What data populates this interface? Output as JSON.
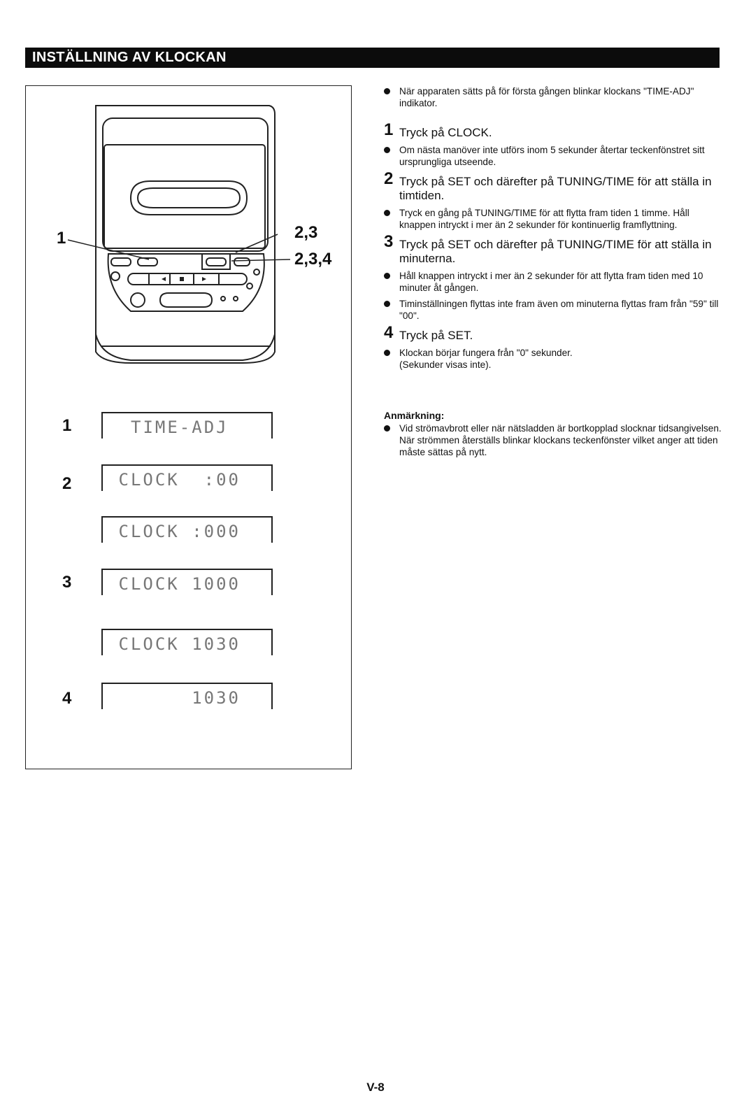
{
  "header": {
    "title": "INSTÄLLNING AV KLOCKAN"
  },
  "figure": {
    "callouts": [
      "1",
      "2,3",
      "2,3,4"
    ],
    "steps": [
      {
        "num": "1",
        "display": "TIME-ADJ"
      },
      {
        "num": "2",
        "display": "CLOCK  :00"
      },
      {
        "num": "",
        "display": "CLOCK :000"
      },
      {
        "num": "3",
        "display": "CLOCK 1000"
      },
      {
        "num": "",
        "display": "CLOCK 1030"
      },
      {
        "num": "4",
        "display": "1030"
      }
    ]
  },
  "instructions": {
    "intro": "När apparaten sätts på för första gången blinkar klockans \"TIME-ADJ\" indikator.",
    "step1": {
      "num": "1",
      "text": "Tryck på CLOCK."
    },
    "step1_note": "Om nästa manöver inte utförs inom 5 sekunder återtar teckenfönstret sitt ursprungliga utseende.",
    "step2": {
      "num": "2",
      "text": "Tryck på SET och därefter på TUNING/TIME för att ställa in timtiden."
    },
    "step2_note": "Tryck en gång på TUNING/TIME för att flytta fram tiden 1 timme. Håll knappen intryckt i mer än 2 sekunder för kontinuerlig framflyttning.",
    "step3": {
      "num": "3",
      "text": "Tryck på SET och därefter på TUNING/TIME för att ställa in minuterna."
    },
    "step3_note1": "Håll knappen intryckt i mer än 2 sekunder för att flytta fram tiden med 10 minuter åt gången.",
    "step3_note2": "Timinställningen flyttas inte fram även om minuterna flyttas fram från \"59\" till \"00\".",
    "step4": {
      "num": "4",
      "text": "Tryck på SET."
    },
    "step4_note1": "Klockan börjar fungera från \"0\" sekunder.",
    "step4_note2": "(Sekunder visas inte)."
  },
  "remark": {
    "heading": "Anmärkning:",
    "line1": "Vid strömavbrott eller när nätsladden är bortkopplad slocknar tidsangivelsen.",
    "line2": "När strömmen återställs blinkar klockans teckenfönster vilket anger att tiden måste sättas på nytt."
  },
  "footer": {
    "page": "V-8"
  }
}
